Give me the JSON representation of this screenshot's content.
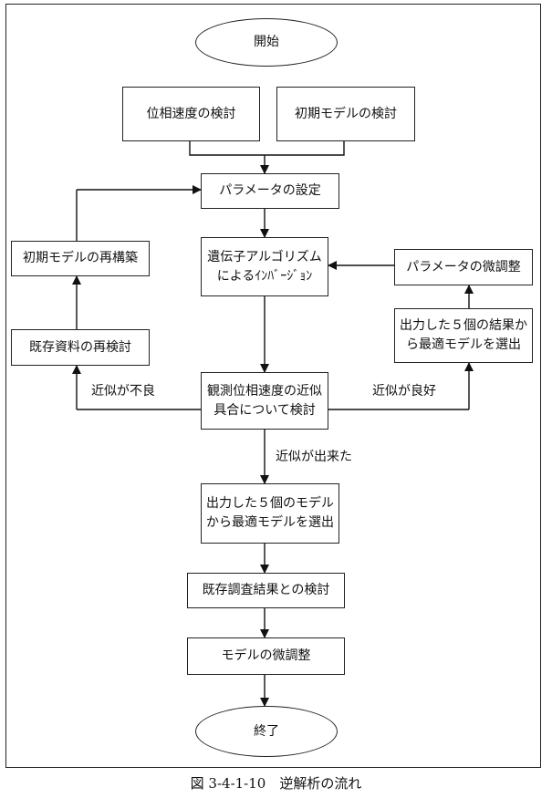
{
  "nodes": {
    "start": "開始",
    "phase_velocity": "位相速度の検討",
    "initial_model": "初期モデルの検討",
    "parameter_setting": "パラメータの設定",
    "ga_line1": "遺伝子アルゴリズム",
    "ga_line2": "によるｲﾝﾊﾞｰｼﾞｮﾝ",
    "model_rebuild": "初期モデルの再構築",
    "existing_recheck": "既存資料の再検討",
    "param_finetune": "パラメータの微調整",
    "select5_line1": "出力した５個の結果か",
    "select5_line2": "ら最適モデルを選出",
    "observed_line1": "観測位相速度の近似",
    "observed_line2": "具合について検討",
    "output5_line1": "出力した５個のモデル",
    "output5_line2": "から最適モデルを選出",
    "existing_survey": "既存調査結果との検討",
    "model_finetune": "モデルの微調整",
    "end": "終了"
  },
  "edge_labels": {
    "poor": "近似が不良",
    "good": "近似が良好",
    "done": "近似が出来た"
  },
  "caption": "図 3-4-1-10　逆解析の流れ"
}
